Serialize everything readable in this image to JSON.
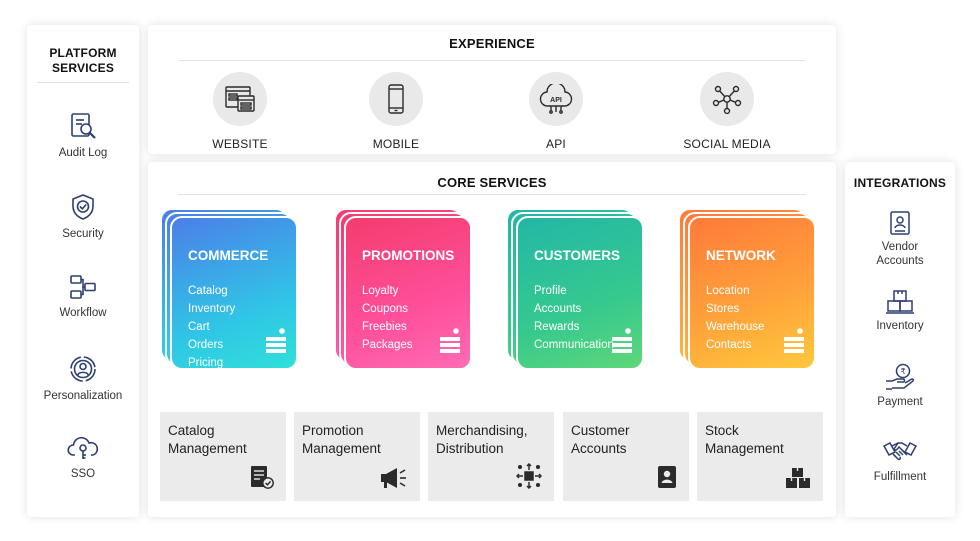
{
  "platform_services": {
    "title_line1": "PLATFORM",
    "title_line2": "SERVICES",
    "items": [
      {
        "label": "Audit Log",
        "icon": "audit-log-icon"
      },
      {
        "label": "Security",
        "icon": "shield-check-icon"
      },
      {
        "label": "Workflow",
        "icon": "workflow-icon"
      },
      {
        "label": "Personalization",
        "icon": "user-circle-icon"
      },
      {
        "label": "SSO",
        "icon": "cloud-key-icon"
      }
    ]
  },
  "experience": {
    "title": "EXPERIENCE",
    "items": [
      {
        "label": "WEBSITE",
        "icon": "website-icon"
      },
      {
        "label": "MOBILE",
        "icon": "mobile-icon"
      },
      {
        "label": "API",
        "icon": "api-icon"
      },
      {
        "label": "SOCIAL MEDIA",
        "icon": "network-icon"
      }
    ]
  },
  "core_services": {
    "title": "CORE SERVICES",
    "cards": [
      {
        "title": "COMMERCE",
        "items": [
          "Catalog",
          "Inventory",
          "Cart",
          "Orders",
          "Pricing"
        ],
        "colors": [
          "#4b7fe8",
          "#2fe0d8"
        ]
      },
      {
        "title": "PROMOTIONS",
        "items": [
          "Loyalty",
          "Coupons",
          "Freebies",
          "Packages"
        ],
        "colors": [
          "#f33c6e",
          "#ff6bb5"
        ]
      },
      {
        "title": "CUSTOMERS",
        "items": [
          "Profile",
          "Accounts",
          "Rewards",
          "Communication"
        ],
        "colors": [
          "#23b7a6",
          "#5ed779"
        ]
      },
      {
        "title": "NETWORK",
        "items": [
          "Location",
          "Stores",
          "Warehouse",
          "Contacts"
        ],
        "colors": [
          "#ff7a3a",
          "#ffc83c"
        ]
      }
    ],
    "tiles": [
      {
        "line1": "Catalog",
        "line2": "Management",
        "icon": "catalog-check-icon"
      },
      {
        "line1": "Promotion",
        "line2": "Management",
        "icon": "megaphone-icon"
      },
      {
        "line1": "Merchandising,",
        "line2": "Distribution",
        "icon": "distribution-icon"
      },
      {
        "line1": "Customer",
        "line2": "Accounts",
        "icon": "contact-card-icon"
      },
      {
        "line1": "Stock",
        "line2": "Management",
        "icon": "boxes-icon"
      }
    ]
  },
  "integrations": {
    "title": "INTEGRATIONS",
    "items": [
      {
        "line1": "Vendor",
        "line2": "Accounts",
        "icon": "vendor-badge-icon"
      },
      {
        "line1": "Inventory",
        "line2": "",
        "icon": "inventory-boxes-icon"
      },
      {
        "line1": "Payment",
        "line2": "",
        "icon": "payment-hand-icon"
      },
      {
        "line1": "Fulfillment",
        "line2": "",
        "icon": "handshake-icon"
      }
    ]
  }
}
